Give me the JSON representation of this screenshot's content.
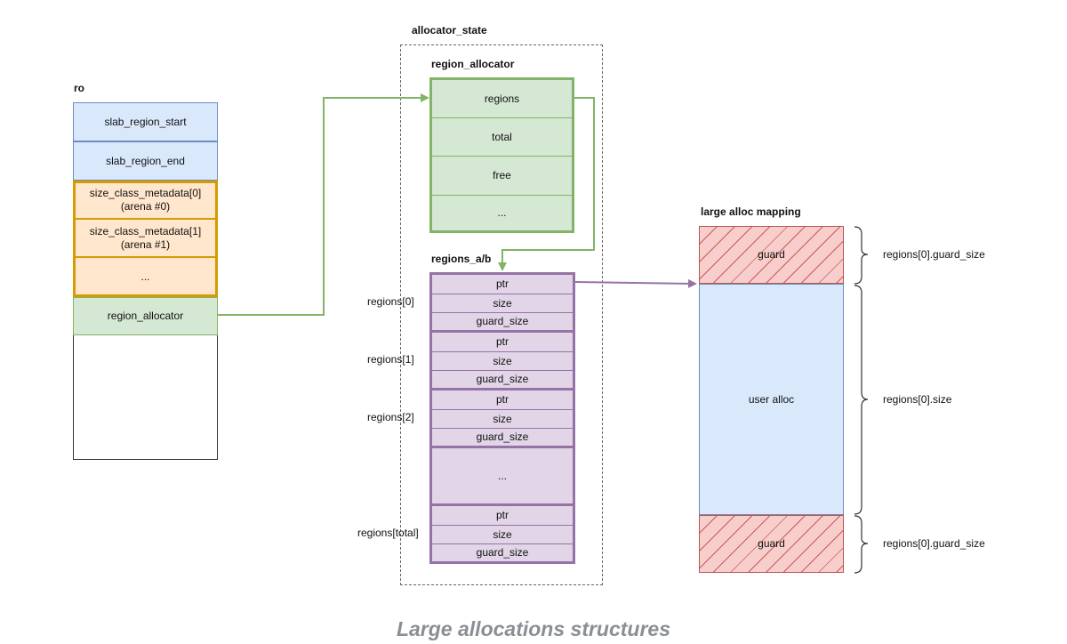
{
  "ro": {
    "title": "ro",
    "cells": {
      "slab_region_start": "slab_region_start",
      "slab_region_end": "slab_region_end",
      "meta0_line1": "size_class_metadata[0]",
      "meta0_line2": "(arena #0)",
      "meta1_line1": "size_class_metadata[1]",
      "meta1_line2": "(arena #1)",
      "ellipsis": "...",
      "region_allocator": "region_allocator"
    }
  },
  "allocator_state": {
    "title": "allocator_state",
    "region_allocator": {
      "title": "region_allocator",
      "fields": [
        "regions",
        "total",
        "free",
        "..."
      ]
    },
    "regions_ab": {
      "title": "regions_a/b",
      "groups": [
        {
          "label": "regions[0]",
          "fields": [
            "ptr",
            "size",
            "guard_size"
          ]
        },
        {
          "label": "regions[1]",
          "fields": [
            "ptr",
            "size",
            "guard_size"
          ]
        },
        {
          "label": "regions[2]",
          "fields": [
            "ptr",
            "size",
            "guard_size"
          ]
        },
        {
          "label": "",
          "fields": [
            "..."
          ]
        },
        {
          "label": "regions[total]",
          "fields": [
            "ptr",
            "size",
            "guard_size"
          ]
        }
      ]
    }
  },
  "large_alloc_mapping": {
    "title": "large alloc mapping",
    "guard_top": "guard",
    "user_alloc": "user alloc",
    "guard_bottom": "guard",
    "brace_labels": {
      "top": "regions[0].guard_size",
      "middle": "regions[0].size",
      "bottom": "regions[0].guard_size"
    }
  },
  "caption": "Large allocations structures",
  "colors": {
    "blue_fill": "#dae8fc",
    "orange_fill": "#ffe6cc",
    "orange_border": "#d79b00",
    "green_fill": "#d5e8d4",
    "green_border": "#82b366",
    "purple_fill": "#e1d5e7",
    "purple_border": "#9673a6",
    "guard_fill": "#f8cecc"
  }
}
